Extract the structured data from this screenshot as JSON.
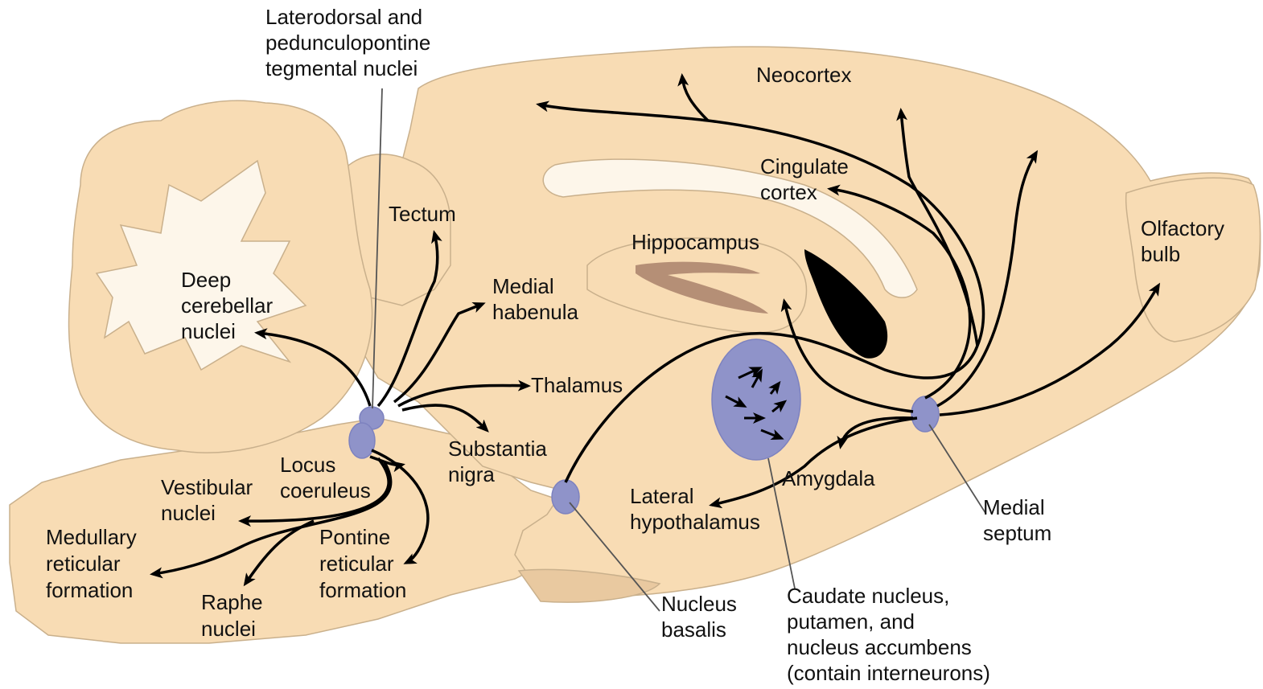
{
  "colors": {
    "tissue": "#f8dcb4",
    "tissue_outline": "#c9b08c",
    "white_matter": "#fdf6ea",
    "nucleus": "#8f93c9",
    "nucleus_outline": "#7d82bf",
    "hippocampus_band": "#b58f76",
    "ventricle": "#000000",
    "arrow": "#000000",
    "pointer_line": "#555555"
  },
  "labels": {
    "ldt_ppt": [
      "Laterodorsal and",
      "pedunculopontine",
      "tegmental nuclei"
    ],
    "neocortex": [
      "Neocortex"
    ],
    "cingulate": [
      "Cingulate",
      "cortex"
    ],
    "hippocampus": [
      "Hippocampus"
    ],
    "olfactory": [
      "Olfactory",
      "bulb"
    ],
    "tectum": [
      "Tectum"
    ],
    "medial_habenula": [
      "Medial",
      "habenula"
    ],
    "thalamus": [
      "Thalamus"
    ],
    "substantia_nigra": [
      "Substantia",
      "nigra"
    ],
    "deep_cerebellar": [
      "Deep",
      "cerebellar",
      "nuclei"
    ],
    "locus_coeruleus": [
      "Locus",
      "coeruleus"
    ],
    "vestibular": [
      "Vestibular",
      "nuclei"
    ],
    "medullary": [
      "Medullary",
      "reticular",
      "formation"
    ],
    "raphe": [
      "Raphe",
      "nuclei"
    ],
    "pontine": [
      "Pontine",
      "reticular",
      "formation"
    ],
    "amygdala": [
      "Amygdala"
    ],
    "lateral_hypothalamus": [
      "Lateral",
      "hypothalamus"
    ],
    "medial_septum": [
      "Medial",
      "septum"
    ],
    "nucleus_basalis": [
      "Nucleus",
      "basalis"
    ],
    "striatum": [
      "Caudate nucleus,",
      "putamen, and",
      "nucleus accumbens",
      "(contain interneurons)"
    ]
  }
}
